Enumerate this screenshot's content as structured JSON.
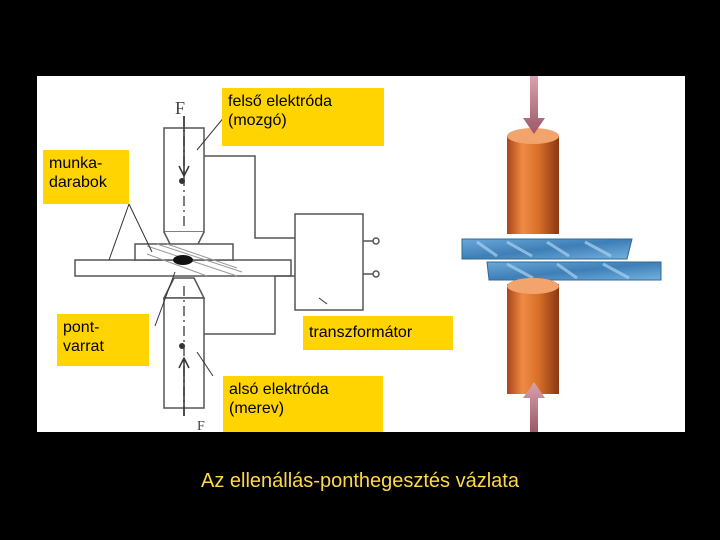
{
  "labels": {
    "upper_electrode": "felső elektróda\n(mozgó)",
    "workpieces": "munka-\ndarabok",
    "spot_weld": "pont-\nvarrat",
    "transformer": "transzformátor",
    "lower_electrode": "alsó elektróda\n(merev)"
  },
  "force_letters": {
    "top": "F",
    "bottom": "F"
  },
  "caption": "Az ellenállás-ponthegesztés vázlata",
  "colors": {
    "background": "#000000",
    "panel": "#ffffff",
    "label_fill": "#ffd400",
    "caption": "#ffd84a",
    "copper": "#d9702a",
    "steel": "#4f8fc4",
    "arrow": "#b06a78",
    "line": "#555555"
  }
}
